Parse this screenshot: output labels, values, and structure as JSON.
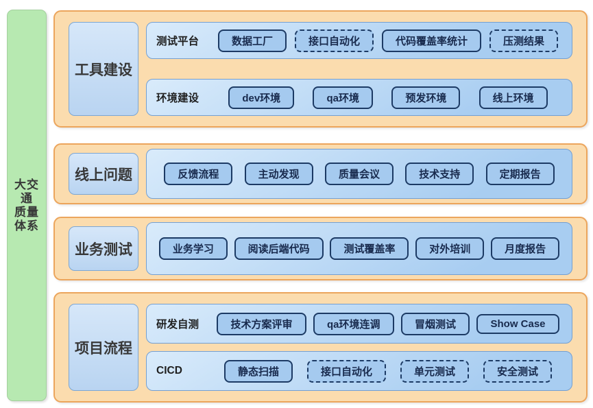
{
  "title": {
    "text": "大交通质量体系",
    "lines": [
      "大交",
      "通",
      "质量",
      "体系"
    ]
  },
  "colors": {
    "green_bar": "#b7e9b1",
    "green_bar_border": "#a3cf9d",
    "section_fill": "#fbdcae",
    "section_border": "#eca55c",
    "label_fill_top": "#d6e7f9",
    "label_fill_bottom": "#b9d4f1",
    "label_border": "#7ba6d4",
    "row_fill_top": "#d9ebfb",
    "row_fill_bottom": "#a8cdf1",
    "row_border": "#739fd2",
    "chip_fill": "#a5caef",
    "chip_border": "#1c3a64",
    "chip_text": "#182a4d",
    "text_dark": "#383838"
  },
  "sections": [
    {
      "label": "工具建设",
      "rows": [
        {
          "label": "测试平台",
          "chips": [
            {
              "label": "数据工厂",
              "style": "solid"
            },
            {
              "label": "接口自动化",
              "style": "dashed"
            },
            {
              "label": "代码覆盖率统计",
              "style": "solid"
            },
            {
              "label": "压测结果",
              "style": "dashed"
            }
          ]
        },
        {
          "label": "环境建设",
          "chips": [
            {
              "label": "dev环境",
              "style": "solid"
            },
            {
              "label": "qa环境",
              "style": "solid"
            },
            {
              "label": "预发环境",
              "style": "solid"
            },
            {
              "label": "线上环境",
              "style": "solid"
            }
          ]
        }
      ]
    },
    {
      "label": "线上问题",
      "rows": [
        {
          "label": "",
          "chips": [
            {
              "label": "反馈流程",
              "style": "solid"
            },
            {
              "label": "主动发现",
              "style": "solid"
            },
            {
              "label": "质量会议",
              "style": "solid"
            },
            {
              "label": "技术支持",
              "style": "solid"
            },
            {
              "label": "定期报告",
              "style": "solid"
            }
          ]
        }
      ]
    },
    {
      "label": "业务测试",
      "rows": [
        {
          "label": "",
          "chips": [
            {
              "label": "业务学习",
              "style": "solid"
            },
            {
              "label": "阅读后端代码",
              "style": "solid"
            },
            {
              "label": "测试覆盖率",
              "style": "solid"
            },
            {
              "label": "对外培训",
              "style": "solid"
            },
            {
              "label": "月度报告",
              "style": "solid"
            }
          ]
        }
      ]
    },
    {
      "label": "项目流程",
      "rows": [
        {
          "label": "研发自测",
          "chips": [
            {
              "label": "技术方案评审",
              "style": "solid"
            },
            {
              "label": "qa环境连调",
              "style": "solid"
            },
            {
              "label": "冒烟测试",
              "style": "solid"
            },
            {
              "label": "Show Case",
              "style": "solid"
            }
          ]
        },
        {
          "label": "CICD",
          "chips": [
            {
              "label": "静态扫描",
              "style": "solid"
            },
            {
              "label": "接口自动化",
              "style": "dashed"
            },
            {
              "label": "单元测试",
              "style": "dashed"
            },
            {
              "label": "安全测试",
              "style": "dashed"
            }
          ]
        }
      ]
    }
  ]
}
